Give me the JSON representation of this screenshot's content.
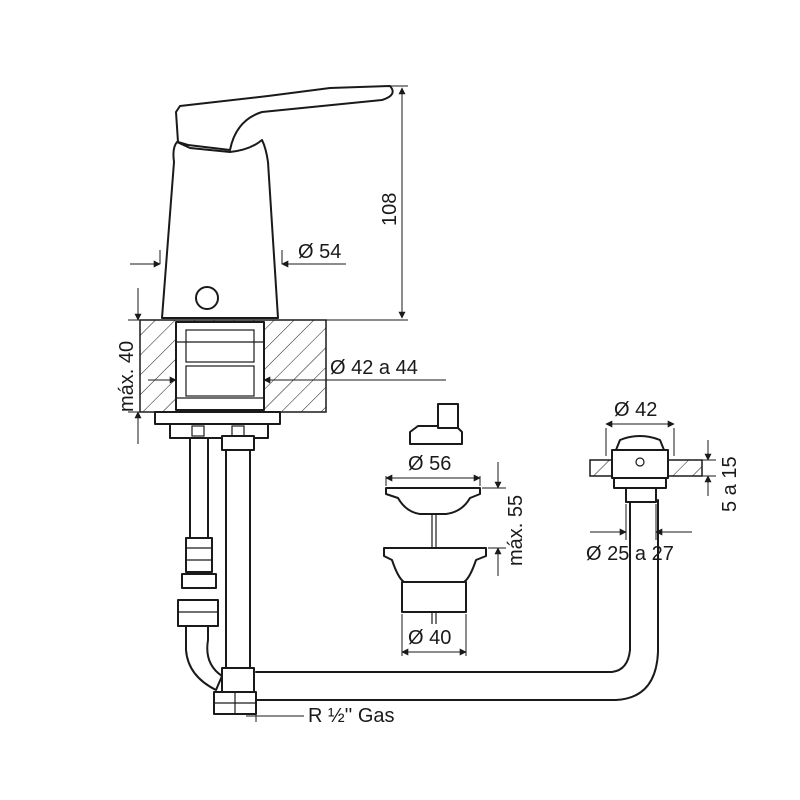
{
  "dimensions": {
    "height_108": "108",
    "dia_54": "Ø 54",
    "max_40": "máx. 40",
    "dia_42_44": "Ø 42 a 44",
    "dia_42": "Ø 42",
    "thick_5_15": "5 a 15",
    "dia_56": "Ø 56",
    "max_55": "máx. 55",
    "dia_25_27": "Ø 25 a 27",
    "dia_40": "Ø 40",
    "thread": "R ½'' Gas"
  },
  "colors": {
    "line": "#1a1a1a",
    "background": "#ffffff"
  }
}
